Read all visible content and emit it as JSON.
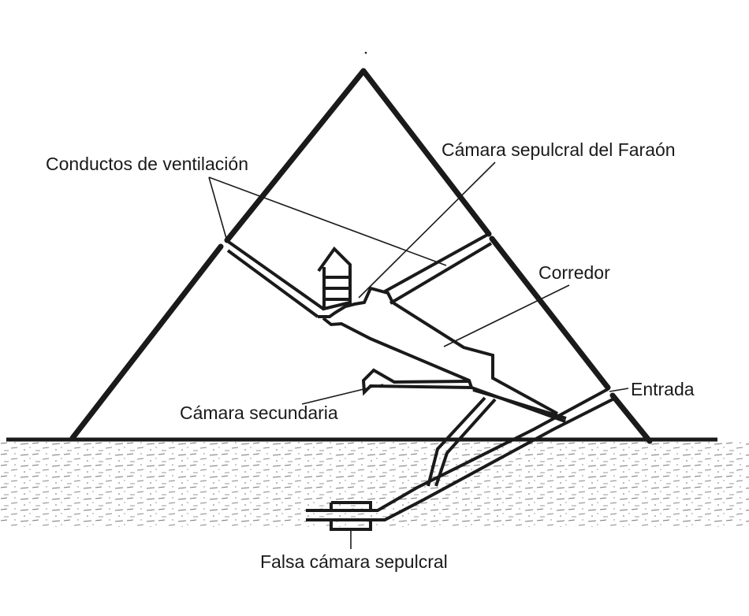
{
  "labels": {
    "ventilation_shafts": "Conductos de ventilación",
    "king_chamber": "Cámara sepulcral del Faraón",
    "corridor": "Corredor",
    "entrance": "Entrada",
    "secondary_chamber": "Cámara secundaria",
    "false_chamber": "Falsa cámara sepulcral"
  },
  "colors": {
    "ink": "#1a1a1a",
    "ground_speckle": "#6a6a6a",
    "paper": "#ffffff"
  }
}
